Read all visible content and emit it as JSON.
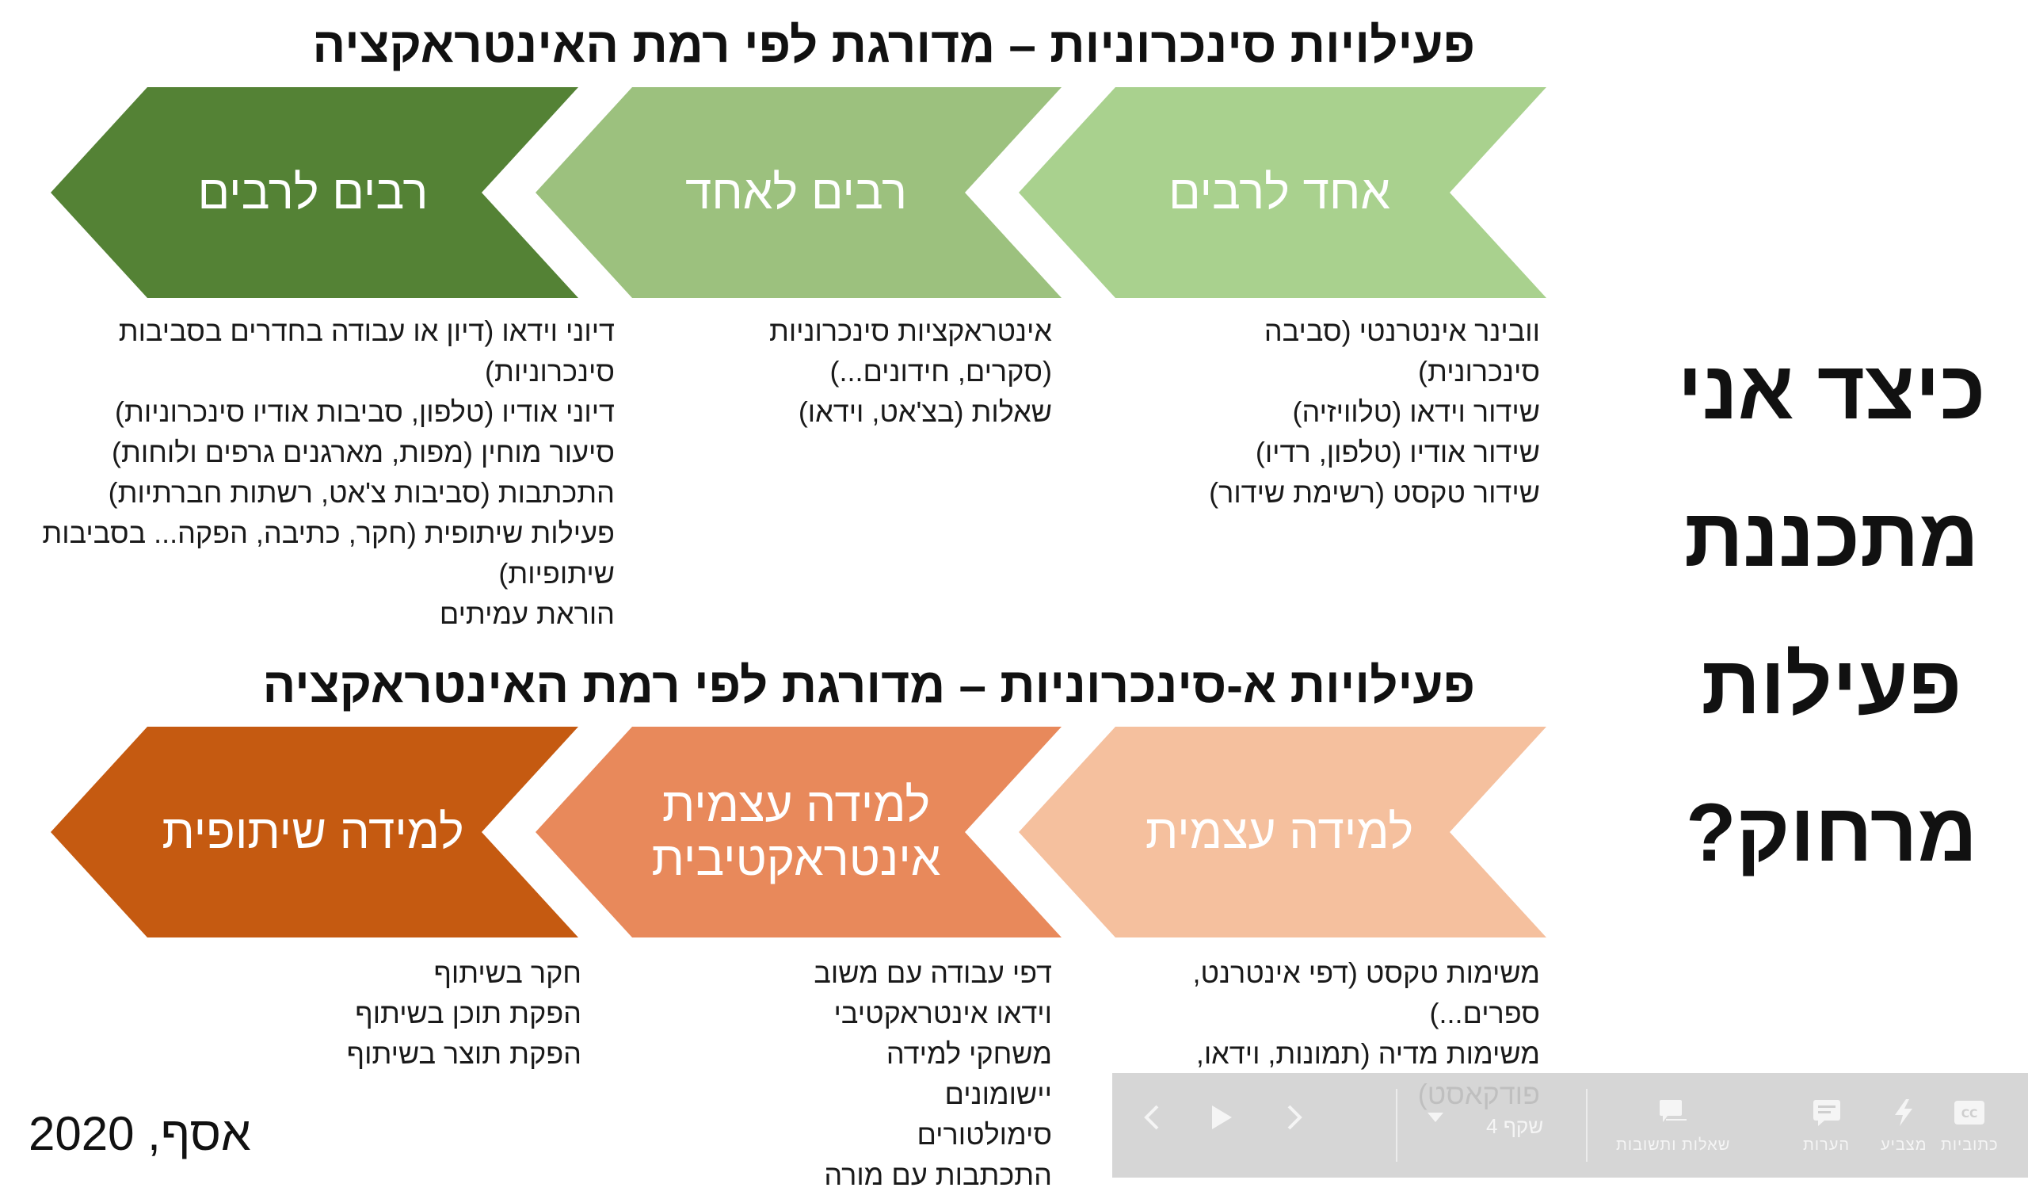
{
  "sync_section": {
    "heading": "פעילויות סינכרוניות – מדורגת לפי רמת האינטראקציה",
    "chevrons": [
      {
        "label": "אחד לרבים",
        "color": "#a9d18e"
      },
      {
        "label": "רבים לאחד",
        "color": "#9cc17e"
      },
      {
        "label": "רבים לרבים",
        "color": "#548235"
      }
    ],
    "columns": [
      {
        "items": [
          "וובינר אינטרנטי (סביבה סינכרונית)",
          "שידור וידאו (טלוויזיה)",
          "שידור אודיו (טלפון, רדיו)",
          "שידור טקסט (רשימת שידור)"
        ]
      },
      {
        "items": [
          "אינטראקציות סינכרוניות (סקרים, חידונים...)",
          "שאלות (בצ'אט, וידאו)"
        ]
      },
      {
        "items": [
          "דיוני וידאו (דיון או עבודה בחדרים בסביבות סינכרוניות)",
          "דיוני אודיו (טלפון, סביבות אודיו סינכרוניות)",
          "סיעור מוחין (מפות, מארגנים גרפים ולוחות)",
          "התכתבות (סביבות צ'אט, רשתות חברתיות)",
          "פעילות שיתופית (חקר, כתיבה, הפקה... בסביבות שיתופיות)",
          "הוראת עמיתים"
        ]
      }
    ]
  },
  "async_section": {
    "heading": "פעילויות א-סינכרוניות – מדורגת לפי רמת האינטראקציה",
    "chevrons": [
      {
        "label": "למידה עצמית",
        "color": "#f5c09e"
      },
      {
        "label": "למידה עצמית אינטראקטיבית",
        "color": "#e8895b"
      },
      {
        "label": "למידה שיתופית",
        "color": "#c55a11"
      }
    ],
    "columns": [
      {
        "items": [
          "משימות טקסט (דפי אינטרנט, ספרים...)",
          "משימות מדיה (תמונות, וידאו, פודקאסט)"
        ]
      },
      {
        "items": [
          "דפי עבודה עם משוב",
          "וידאו אינטראקטיבי",
          "משחקי למידה",
          "יישומונים",
          "סימולטורים",
          "התכתבות עם מורה"
        ]
      },
      {
        "items": [
          "חקר בשיתוף",
          "הפקת תוכן בשיתוף",
          "הפקת תוצר בשיתוף"
        ]
      }
    ]
  },
  "side_question": [
    "כיצד אני",
    "מתכננת",
    "פעילות",
    "מרחוק?"
  ],
  "credit": "אסף, 2020",
  "player": {
    "slide_indicator": "שקף 4",
    "buttons": [
      {
        "label": "כתוביות",
        "icon": "captions-icon"
      },
      {
        "label": "מצביע",
        "icon": "pointer-icon"
      },
      {
        "label": "הערות",
        "icon": "notes-icon"
      },
      {
        "label": "שאלות ותשובות",
        "icon": "qa-icon"
      }
    ]
  }
}
